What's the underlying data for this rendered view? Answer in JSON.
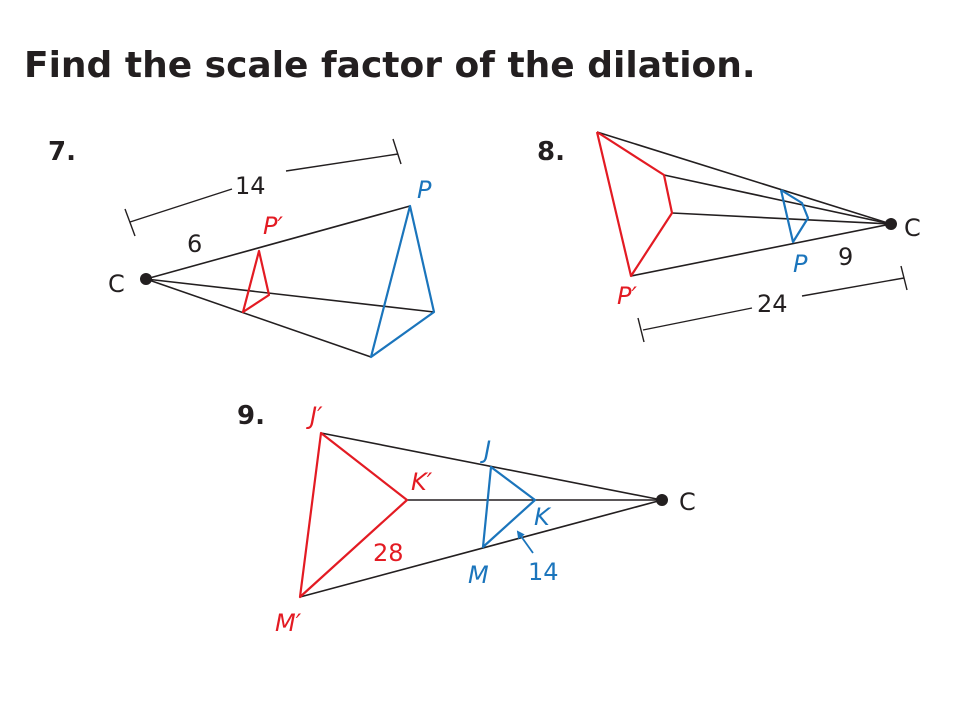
{
  "heading": "Find the scale factor of the dilation.",
  "problems": [
    {
      "number": "7.",
      "labels": {
        "center": "C",
        "image_point": "P",
        "original_point": "P′",
        "short_length": "6",
        "long_length": "14"
      }
    },
    {
      "number": "8.",
      "labels": {
        "center": "C",
        "original_point": "P",
        "image_point": "P′",
        "short_length": "9",
        "long_length": "24"
      }
    },
    {
      "number": "9.",
      "labels": {
        "center": "C",
        "j_prime": "J′",
        "k_prime": "K′",
        "m_prime": "M′",
        "j": "J",
        "k": "K",
        "m": "M",
        "red_length": "28",
        "blue_length": "14"
      }
    }
  ],
  "colors": {
    "original": "#1b75bc",
    "image": "#e31b23",
    "ink": "#231f20"
  }
}
